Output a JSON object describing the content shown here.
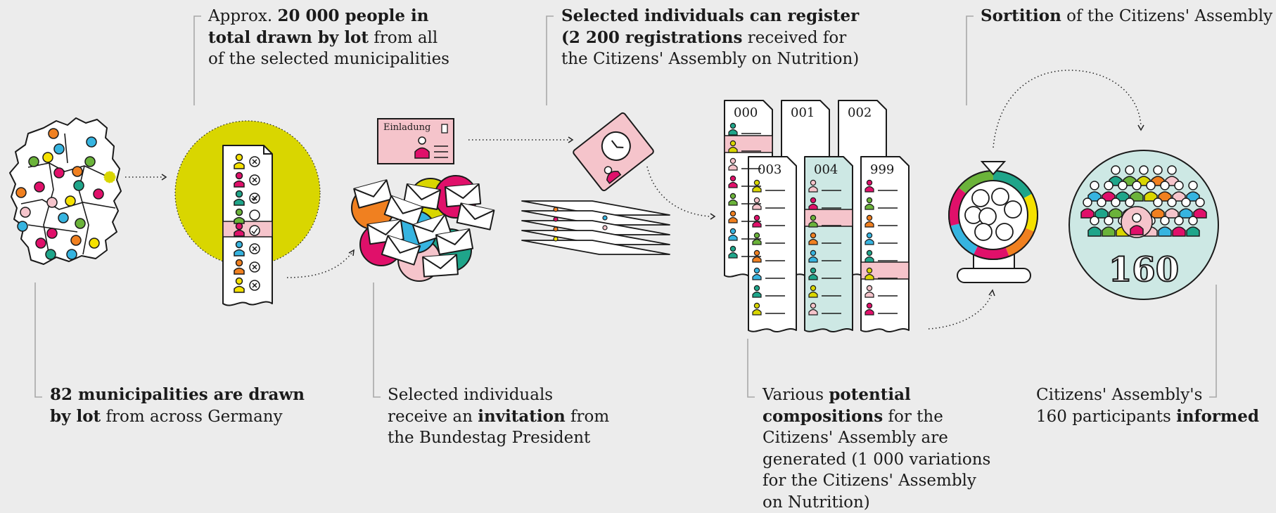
{
  "captions": {
    "step1": {
      "bold": "82 municipalities are drawn",
      "bold2": "by lot",
      "rest": " from across Germany"
    },
    "step2": {
      "pre": "Approx. ",
      "bold": "20 000 people in",
      "bold2": "total drawn by lot",
      "rest": " from all",
      "line3": "of the selected municipalities"
    },
    "step3": {
      "line1": "Selected individuals",
      "pre": "receive an ",
      "bold": "invitation",
      "rest": " from",
      "line3": "the Bundestag President"
    },
    "step4": {
      "bold": "Selected individuals can register",
      "bold2": "(2 200 registrations",
      "rest": " received for",
      "line3": "the Citizens' Assembly on Nutrition)"
    },
    "step5": {
      "pre": "Various ",
      "bold": "potential",
      "bold2": "compositions",
      "rest": " for the",
      "line3": "Citizens' Assembly are",
      "line4": "generated (1 000 variations",
      "line5": "for the Citizens' Assembly",
      "line6": "on Nutrition)"
    },
    "step6": {
      "bold": "Sortition",
      "rest": " of the Citizens' Assembly"
    },
    "step7": {
      "line1": "Citizens' Assembly's",
      "pre": "160 participants ",
      "bold": "informed"
    }
  },
  "invitation_card": {
    "label": "Einladung"
  },
  "composition_lists": [
    "000",
    "001",
    "002",
    "003",
    "004",
    "999"
  ],
  "assembly": {
    "count": "160"
  },
  "colors": {
    "background": "#ececec",
    "yellow": "#d9d600",
    "orange": "#f08020",
    "magenta": "#e0106a",
    "teal": "#1fa58a",
    "blue": "#36b4e0",
    "pink": "#f5c4cb",
    "green": "#6bb33a",
    "lightteal": "#cde8e4",
    "darkyellow": "#f5e100"
  }
}
